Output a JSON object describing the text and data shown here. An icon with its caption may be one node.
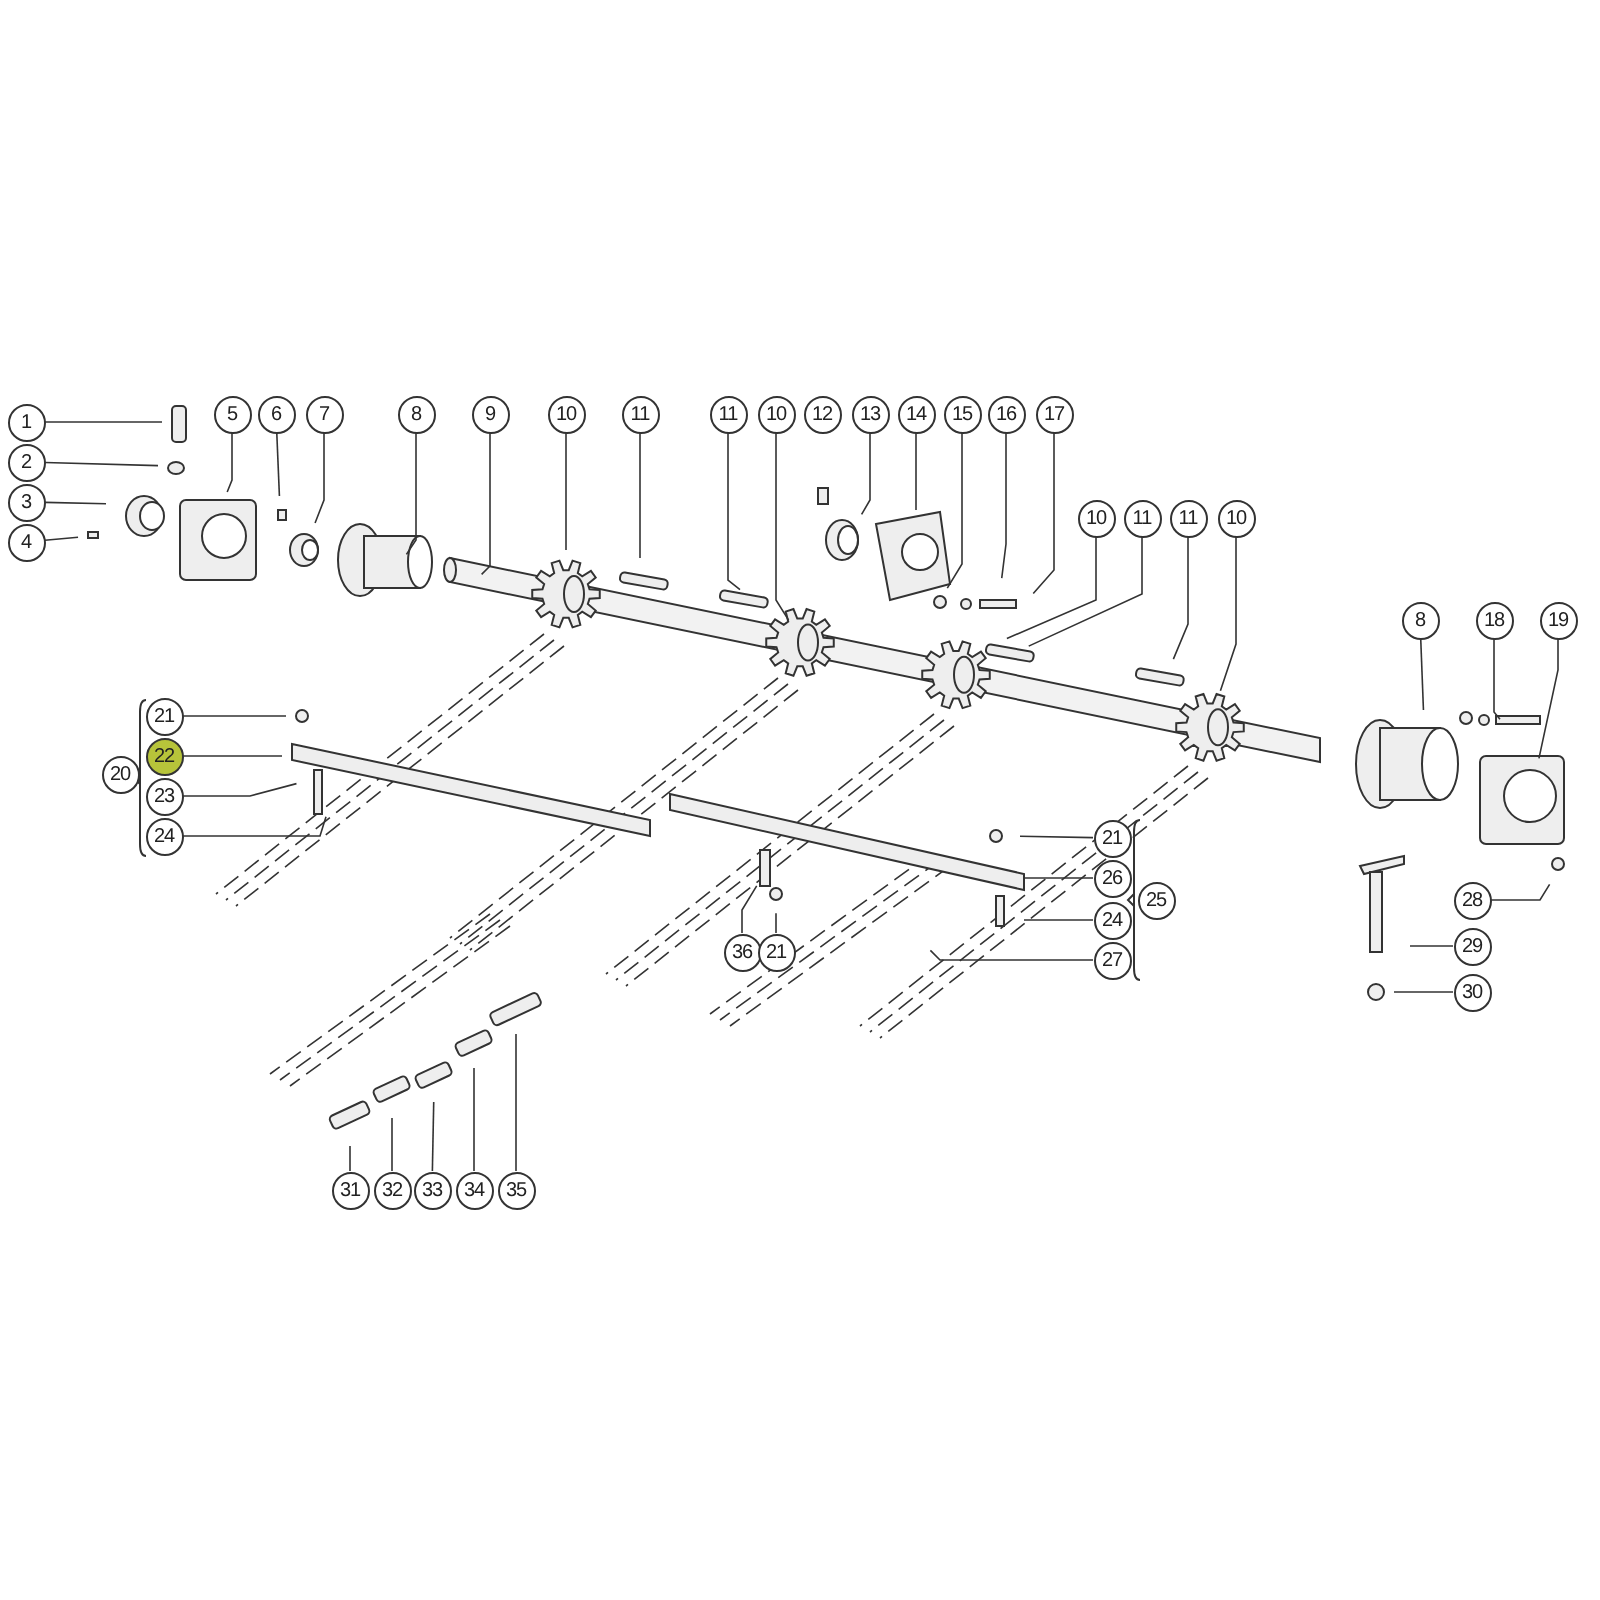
{
  "diagram": {
    "nodes": [
      {
        "text": [
          "1"
        ]
      },
      {
        "text": [
          "2"
        ]
      },
      {
        "text": [
          "3"
        ]
      },
      {
        "text": [
          "4"
        ]
      },
      {
        "text": [
          "5"
        ]
      },
      {
        "text": [
          "6"
        ]
      },
      {
        "text": [
          "7"
        ]
      },
      {
        "text": [
          "8"
        ]
      },
      {
        "text": [
          "9"
        ]
      },
      {
        "text": [
          "10"
        ]
      },
      {
        "text": [
          "11"
        ]
      },
      {
        "text": [
          "11"
        ]
      },
      {
        "text": [
          "10"
        ]
      },
      {
        "text": [
          "12"
        ]
      },
      {
        "text": [
          "13"
        ]
      },
      {
        "text": [
          "14"
        ]
      },
      {
        "text": [
          "15"
        ]
      },
      {
        "text": [
          "16"
        ]
      },
      {
        "text": [
          "17"
        ]
      },
      {
        "text": [
          "10"
        ]
      },
      {
        "text": [
          "11"
        ]
      },
      {
        "text": [
          "11"
        ]
      },
      {
        "text": [
          "10"
        ]
      },
      {
        "text": [
          "8"
        ]
      },
      {
        "text": [
          "18"
        ]
      },
      {
        "text": [
          "19"
        ]
      },
      {
        "text": [
          "20"
        ]
      },
      {
        "text": [
          "21"
        ]
      },
      {
        "text": [
          "22"
        ]
      },
      {
        "text": [
          "23"
        ]
      },
      {
        "text": [
          "24"
        ]
      },
      {
        "text": [
          "21"
        ]
      },
      {
        "text": [
          "26"
        ]
      },
      {
        "text": [
          "24"
        ]
      },
      {
        "text": [
          "27"
        ]
      },
      {
        "text": [
          "25"
        ]
      },
      {
        "text": [
          "36"
        ]
      },
      {
        "text": [
          "21"
        ]
      },
      {
        "text": [
          "28"
        ]
      },
      {
        "text": [
          "29"
        ]
      },
      {
        "text": [
          "30"
        ]
      },
      {
        "text": [
          "31"
        ]
      },
      {
        "text": [
          "32"
        ]
      },
      {
        "text": [
          "33"
        ]
      },
      {
        "text": [
          "34"
        ]
      },
      {
        "text": [
          "35"
        ]
      }
    ],
    "edges": [
      {
        "from": 0,
        "to": null,
        "arrow": "none"
      },
      {
        "from": 1,
        "to": null,
        "arrow": "none"
      },
      {
        "from": 2,
        "to": null,
        "arrow": "none"
      },
      {
        "from": 3,
        "to": null,
        "arrow": "none"
      },
      {
        "from": 4,
        "to": null,
        "arrow": "none"
      },
      {
        "from": 5,
        "to": null,
        "arrow": "none"
      },
      {
        "from": 6,
        "to": null,
        "arrow": "none"
      },
      {
        "from": 7,
        "to": null,
        "arrow": "none"
      },
      {
        "from": 8,
        "to": null,
        "arrow": "none"
      },
      {
        "from": 9,
        "to": null,
        "arrow": "none"
      },
      {
        "from": 10,
        "to": null,
        "arrow": "none"
      },
      {
        "from": 11,
        "to": null,
        "arrow": "none"
      },
      {
        "from": 12,
        "to": null,
        "arrow": "none"
      },
      {
        "from": 14,
        "to": null,
        "arrow": "none"
      },
      {
        "from": 15,
        "to": null,
        "arrow": "none"
      },
      {
        "from": 16,
        "to": null,
        "arrow": "none"
      },
      {
        "from": 17,
        "to": null,
        "arrow": "none"
      },
      {
        "from": 18,
        "to": null,
        "arrow": "none"
      },
      {
        "from": 19,
        "to": null,
        "arrow": "none"
      },
      {
        "from": 20,
        "to": null,
        "arrow": "none"
      },
      {
        "from": 21,
        "to": null,
        "arrow": "none"
      },
      {
        "from": 22,
        "to": null,
        "arrow": "none"
      },
      {
        "from": 23,
        "to": null,
        "arrow": "none"
      },
      {
        "from": 24,
        "to": null,
        "arrow": "none"
      },
      {
        "from": 25,
        "to": null,
        "arrow": "none"
      },
      {
        "from": 27,
        "to": null,
        "arrow": "none"
      },
      {
        "from": 28,
        "to": null,
        "arrow": "none"
      },
      {
        "from": 29,
        "to": null,
        "arrow": "none"
      },
      {
        "from": 30,
        "to": null,
        "arrow": "none"
      },
      {
        "from": 31,
        "to": null,
        "arrow": "none"
      },
      {
        "from": 32,
        "to": null,
        "arrow": "none"
      },
      {
        "from": 33,
        "to": null,
        "arrow": "none"
      },
      {
        "from": 34,
        "to": null,
        "arrow": "none"
      },
      {
        "from": 36,
        "to": null,
        "arrow": "none"
      },
      {
        "from": 37,
        "to": null,
        "arrow": "none"
      },
      {
        "from": 38,
        "to": null,
        "arrow": "none"
      },
      {
        "from": 39,
        "to": null,
        "arrow": "none"
      },
      {
        "from": 40,
        "to": null,
        "arrow": "none"
      },
      {
        "from": 41,
        "to": null,
        "arrow": "none"
      },
      {
        "from": 42,
        "to": null,
        "arrow": "none"
      },
      {
        "from": 43,
        "to": null,
        "arrow": "none"
      },
      {
        "from": 44,
        "to": null,
        "arrow": "none"
      },
      {
        "from": 45,
        "to": null,
        "arrow": "none"
      }
    ]
  }
}
